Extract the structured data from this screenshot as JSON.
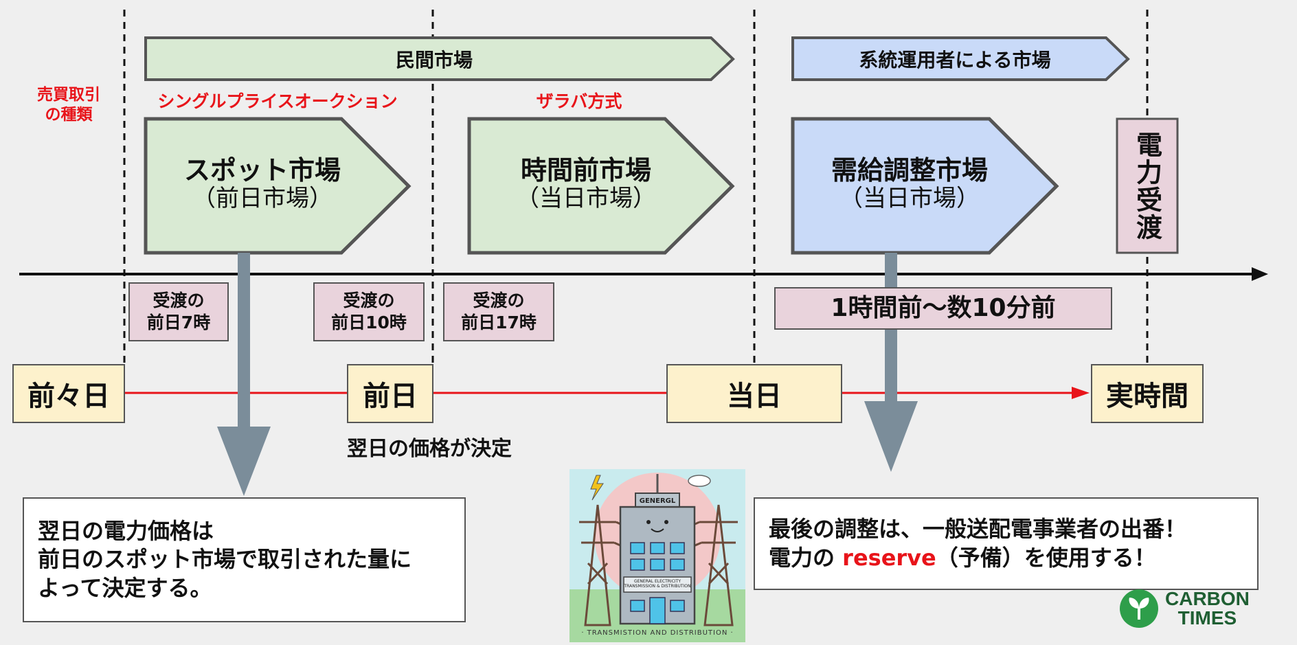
{
  "colors": {
    "private_market": "#d9ead3",
    "operator_market": "#c9daf8",
    "pink_box": "#e9d3dc",
    "day_box": "#fdf1cc",
    "accent_red": "#e8141a",
    "arrow_gray": "#7b8d9a"
  },
  "header": {
    "trade_type_label": "売買取引\nの種類",
    "private_market_banner": "民間市場",
    "operator_market_banner": "系統運用者による市場",
    "single_price_auction": "シングルプライスオークション",
    "zaraba": "ザラバ方式"
  },
  "markets": {
    "spot": {
      "title": "スポット市場",
      "sub": "（前日市場）"
    },
    "intraday": {
      "title": "時間前市場",
      "sub": "（当日市場）"
    },
    "balancing": {
      "title": "需給調整市場",
      "sub": "（当日市場）"
    },
    "delivery": "電力受渡"
  },
  "deadlines": {
    "d7": "受渡の\n前日7時",
    "d10": "受渡の\n前日10時",
    "d17": "受渡の\n前日17時",
    "before": "1時間前〜数10分前"
  },
  "days": {
    "day_before_previous": "前々日",
    "previous_day": "前日",
    "same_day": "当日",
    "real_time": "実時間"
  },
  "price_decided": "翌日の価格が決定",
  "notes": {
    "left": "翌日の電力価格は\n前日のスポット市場で取引された量に\nよって決定する。",
    "right_1": "最後の調整は、一般送配電事業者の出番！",
    "right_2a": "電力の ",
    "right_2b": "reserve",
    "right_2c": "（予備）を使用する！"
  },
  "illustration": {
    "building_sign": "GENERGL",
    "building_label": "GENERAL ELECTRICITY",
    "building_label_2": "TRANSMISSION & DISTRIBUTION",
    "caption": "· TRANSMISTION AND DISTRIBUTION ·"
  },
  "logo": {
    "line1": "CARBON",
    "line2": "TIMES"
  }
}
